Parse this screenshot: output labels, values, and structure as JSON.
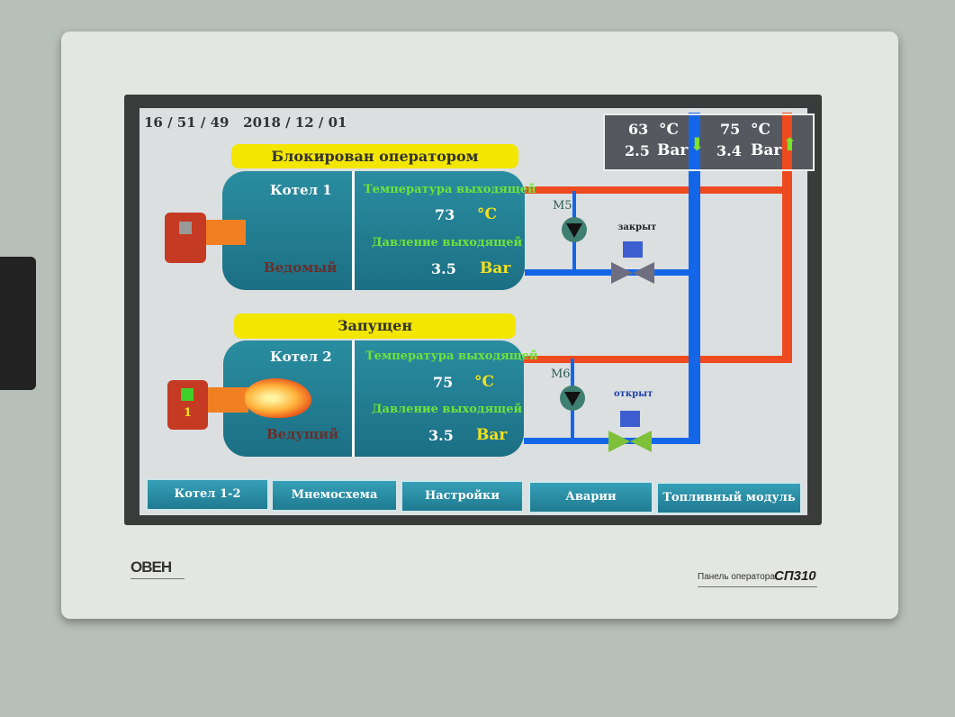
{
  "datetime": "16 / 51 / 49   2018 / 12 / 01",
  "info": {
    "return": {
      "temp": "63",
      "temp_unit": "°C",
      "pressure": "2.5",
      "pressure_unit": "Bar"
    },
    "supply": {
      "temp": "75",
      "temp_unit": "°C",
      "pressure": "3.4",
      "pressure_unit": "Bar"
    }
  },
  "boilers": [
    {
      "status": "Блокирован оператором",
      "name": "Котел 1",
      "role": "Ведомый",
      "temp_label": "Температура выходящей",
      "temp": "73",
      "temp_unit": "°C",
      "pressure_label": "Давление выходящей",
      "pressure": "3.5",
      "pressure_unit": "Bar",
      "burner_number": ""
    },
    {
      "status": "Запущен",
      "name": "Котел 2",
      "role": "Ведущий",
      "temp_label": "Температура выходящей",
      "temp": "75",
      "temp_unit": "°C",
      "pressure_label": "Давление выходящей",
      "pressure": "3.5",
      "pressure_unit": "Bar",
      "burner_number": "1"
    }
  ],
  "pumps": [
    {
      "label": "M5"
    },
    {
      "label": "M6"
    }
  ],
  "valves": [
    {
      "state": "закрыт"
    },
    {
      "state": "открыт"
    }
  ],
  "nav": [
    "Котел 1-2",
    "Мнемосхема",
    "Настройки",
    "Аварии",
    "Топливный модуль"
  ],
  "brand": {
    "logo": "ОВЕН",
    "model_caption": "Панель оператора",
    "model": "СП310"
  }
}
